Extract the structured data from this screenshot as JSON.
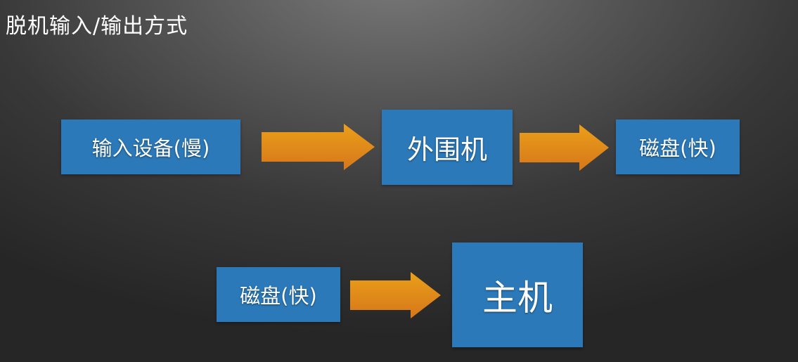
{
  "title": "脱机输入/输出方式",
  "nodes": {
    "input_device": "输入设备(慢)",
    "peripheral": "外围机",
    "disk_top": "磁盘(快)",
    "disk_bottom": "磁盘(快)",
    "host": "主机"
  },
  "colors": {
    "box": "#2b79b9",
    "arrow_top": "#eaa019",
    "arrow_bottom": "#d6761a"
  }
}
